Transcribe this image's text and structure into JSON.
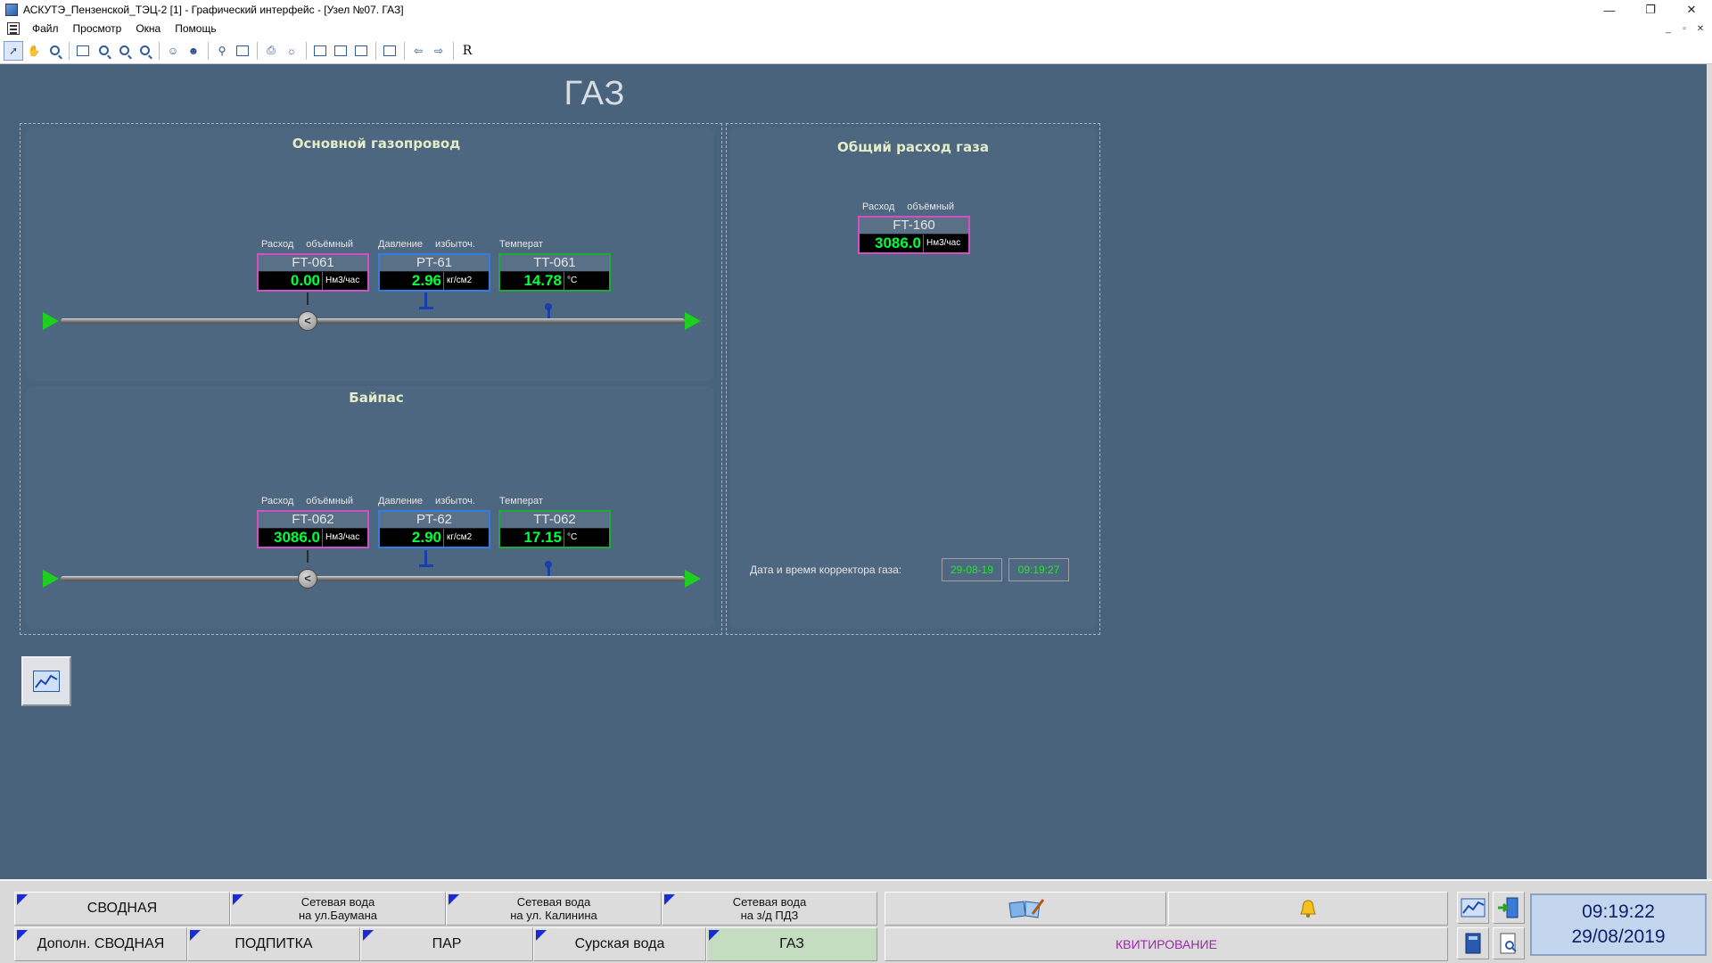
{
  "window": {
    "title": "АСКУТЭ_Пензенской_ТЭЦ-2 [1] - Графический интерфейс - [Узел №07. ГАЗ]",
    "controls": [
      "—",
      "❐",
      "✕"
    ],
    "mdi_controls": [
      "_",
      "▫",
      "✕"
    ]
  },
  "menu": [
    "Файл",
    "Просмотр",
    "Окна",
    "Помощь"
  ],
  "toolbar": {
    "r_label": "R"
  },
  "page": {
    "title": "ГАЗ"
  },
  "main_pipeline": {
    "title": "Основной газопровод",
    "labels": {
      "flow": [
        "Расход",
        "объёмный"
      ],
      "pressure": [
        "Давление",
        "избыточ."
      ],
      "temp": [
        "Температ"
      ]
    },
    "flow": {
      "tag": "FT-061",
      "value": "0.00",
      "unit": "Нм3/час"
    },
    "pressure": {
      "tag": "PT-61",
      "value": "2.96",
      "unit": "кг/см2"
    },
    "temp": {
      "tag": "TT-061",
      "value": "14.78",
      "unit": "°C"
    }
  },
  "bypass": {
    "title": "Байпас",
    "labels": {
      "flow": [
        "Расход",
        "объёмный"
      ],
      "pressure": [
        "Давление",
        "избыточ."
      ],
      "temp": [
        "Температ"
      ]
    },
    "flow": {
      "tag": "FT-062",
      "value": "3086.0",
      "unit": "Нм3/час"
    },
    "pressure": {
      "tag": "PT-62",
      "value": "2.90",
      "unit": "кг/см2"
    },
    "temp": {
      "tag": "TT-062",
      "value": "17.15",
      "unit": "°C"
    }
  },
  "total": {
    "title": "Общий расход газа",
    "labels": [
      "Расход",
      "объёмный"
    ],
    "flow": {
      "tag": "FT-160",
      "value": "3086.0",
      "unit": "Нм3/час"
    },
    "corrector_label": "Дата и время корректора газа:",
    "corrector_date": "29-08-19",
    "corrector_time": "09:19:27"
  },
  "nav": {
    "row1": [
      {
        "label": "СВОДНАЯ"
      },
      {
        "line1": "Сетевая вода",
        "line2": "на ул.Баумана"
      },
      {
        "line1": "Сетевая вода",
        "line2": "на ул. Калинина"
      },
      {
        "line1": "Сетевая вода",
        "line2": "на з/д ПДЗ"
      }
    ],
    "row2": [
      {
        "label": "Дополн. СВОДНАЯ"
      },
      {
        "label": "ПОДПИТКА"
      },
      {
        "label": "ПАР"
      },
      {
        "label": "Сурская вода"
      },
      {
        "label": "ГАЗ"
      }
    ],
    "kvit": "КВИТИРОВАНИЕ"
  },
  "clock": {
    "time": "09:19:22",
    "date": "29/08/2019"
  },
  "colors": {
    "workspace": "#4a637c",
    "flow_border": "#d24fc6",
    "pressure_border": "#2e7fe0",
    "temp_border": "#21a83a",
    "value_green": "#00ff3c"
  }
}
